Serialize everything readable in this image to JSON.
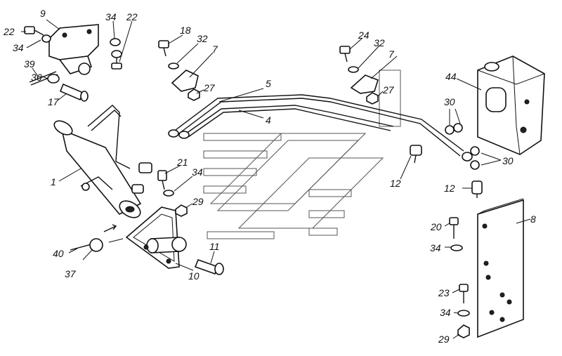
{
  "labels": {
    "l1": "1",
    "l4": "4",
    "l5": "5",
    "l7a": "7",
    "l7b": "7",
    "l8": "8",
    "l9": "9",
    "l10": "10",
    "l11": "11",
    "l12a": "12",
    "l12b": "12",
    "l17": "17",
    "l18": "18",
    "l20": "20",
    "l21": "21",
    "l22a": "22",
    "l22b": "22",
    "l23": "23",
    "l24": "24",
    "l27a": "27",
    "l27b": "27",
    "l29a": "29",
    "l29b": "29",
    "l30a": "30",
    "l30b": "30",
    "l32a": "32",
    "l32b": "32",
    "l34a": "34",
    "l34b": "34",
    "l34c": "34",
    "l34d": "34",
    "l34e": "34",
    "l36": "36",
    "l37": "37",
    "l39": "39",
    "l40": "40",
    "l44": "44"
  }
}
